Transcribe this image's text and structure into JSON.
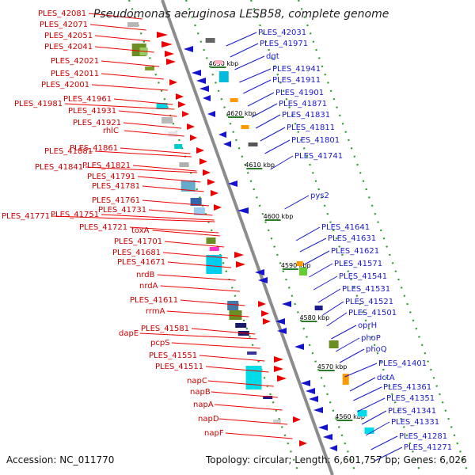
{
  "title": "Pseudomonas aeruginosa LESB58, complete genome",
  "footer": {
    "accession": "Accession: NC_011770",
    "summary": "Topology: circular; Length: 6,601,757 bp; Genes: 6,026"
  },
  "colors": {
    "left_label": "#cc0000",
    "right_label": "#1a1acc",
    "backbone": "#8c8c8c"
  },
  "left_labels": [
    "PLES_42081",
    "PLES_42071",
    "PLES_42051",
    "PLES_42041",
    "PLES_42021",
    "PLES_42011",
    "PLES_42001",
    "PLES_41981",
    "PLES_41961",
    "PLES_41931",
    "PLES_41921",
    "rhlC",
    "PLES_41881",
    "PLES_41861",
    "PLES_41841",
    "PLES_41821",
    "PLES_41791",
    "PLES_41781",
    "PLES_41771",
    "PLES_41761",
    "PLES_41751",
    "PLES_41731",
    "PLES_41721",
    "toxA",
    "PLES_41701",
    "PLES_41681",
    "PLES_41671",
    "nrdB",
    "nrdA",
    "PLES_41611",
    "rrmA",
    "dapE",
    "PLES_41581",
    "pcpS",
    "PLES_41551",
    "PLES_41511",
    "napC",
    "napB",
    "napA",
    "napD",
    "napF"
  ],
  "right_labels": [
    "PLES_42031",
    "PLES_41971",
    "dgt",
    "PLES_41941",
    "PLES_41911",
    "PLES_41901",
    "PLES_41871",
    "PLES_41831",
    "PLES_41811",
    "PLES_41801",
    "PLES_41741",
    "pys2",
    "PLES_41641",
    "PLES_41631",
    "PLES_41621",
    "PLES_41571",
    "PLES_41541",
    "PLES_41531",
    "PLES_41521",
    "PLES_41501",
    "oprH",
    "phoP",
    "phoQ",
    "PLES_41401",
    "dctA",
    "PLES_41361",
    "PLES_41351",
    "PLES_41341",
    "PLES_41331",
    "PLES_41281",
    "PLES_41271"
  ],
  "kbp_labels": [
    "4630 kbp",
    "4620 kbp",
    "4610 kbp",
    "4600 kbp",
    "4590 kbp",
    "4580 kbp",
    "4570 kbp",
    "4560 kbp"
  ]
}
